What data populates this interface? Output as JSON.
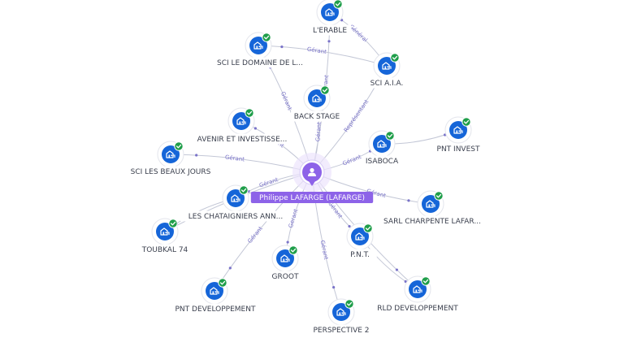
{
  "center": {
    "label": "Philippe LAFARGE (LAFARGE)",
    "icon": "person-icon",
    "color": "#8d63e8"
  },
  "colors": {
    "node_blue": "#1565d8",
    "check_green": "#1f9e4a",
    "edge": "#c3c7d6",
    "edge_label": "#7a73c9"
  },
  "nodes": [
    {
      "id": "erable",
      "label": "L'ERABLE",
      "icon": "company-icon"
    },
    {
      "id": "domaine",
      "label": "SCI LE DOMAINE DE L...",
      "icon": "company-icon"
    },
    {
      "id": "aia",
      "label": "SCI A.I.A.",
      "icon": "company-icon"
    },
    {
      "id": "backstage",
      "label": "BACK STAGE",
      "icon": "company-icon"
    },
    {
      "id": "avenir",
      "label": "AVENIR ET INVESTISSE...",
      "icon": "company-icon"
    },
    {
      "id": "pntinvest",
      "label": "PNT INVEST",
      "icon": "company-icon"
    },
    {
      "id": "isaboca",
      "label": "ISABOCA",
      "icon": "company-icon"
    },
    {
      "id": "beauxjours",
      "label": "SCI LES BEAUX JOURS",
      "icon": "company-icon"
    },
    {
      "id": "sarl",
      "label": "SARL CHARPENTE LAFAR...",
      "icon": "company-icon"
    },
    {
      "id": "chataigniers",
      "label": "LES CHATAIGNIERS ANN...",
      "icon": "company-icon"
    },
    {
      "id": "toubkal",
      "label": "TOUBKAL 74",
      "icon": "company-icon"
    },
    {
      "id": "pnt",
      "label": "P.N.T.",
      "icon": "company-icon"
    },
    {
      "id": "groot",
      "label": "GROOT",
      "icon": "company-icon"
    },
    {
      "id": "pntdev",
      "label": "PNT DEVELOPPEMENT",
      "icon": "company-icon"
    },
    {
      "id": "rld",
      "label": "RLD DEVELOPPEMENT",
      "icon": "company-icon"
    },
    {
      "id": "perspective",
      "label": "PERSPECTIVE 2",
      "icon": "company-icon"
    }
  ],
  "edges": [
    {
      "from": "center",
      "to": "erable",
      "label": "Gérant"
    },
    {
      "from": "center",
      "to": "domaine",
      "label": "Gérant"
    },
    {
      "from": "center",
      "to": "aia",
      "label": "Représentant"
    },
    {
      "from": "center",
      "to": "backstage",
      "label": "Gérant"
    },
    {
      "from": "center",
      "to": "avenir",
      "label": "Gérant"
    },
    {
      "from": "center",
      "to": "isaboca",
      "label": "Gérant"
    },
    {
      "from": "center",
      "to": "beauxjours",
      "label": "Gérant"
    },
    {
      "from": "center",
      "to": "sarl",
      "label": "Gérant"
    },
    {
      "from": "center",
      "to": "chataigniers",
      "label": "Gérant"
    },
    {
      "from": "center",
      "to": "toubkal",
      "label": ""
    },
    {
      "from": "center",
      "to": "pnt",
      "label": "Gérant"
    },
    {
      "from": "center",
      "to": "groot",
      "label": "Gérant"
    },
    {
      "from": "center",
      "to": "pntdev",
      "label": "Gérant"
    },
    {
      "from": "center",
      "to": "rld",
      "label": ""
    },
    {
      "from": "center",
      "to": "perspective",
      "label": "Gérant"
    },
    {
      "from": "aia",
      "to": "domaine",
      "label": "Gérant"
    },
    {
      "from": "aia",
      "to": "erable",
      "label": "Général"
    },
    {
      "from": "isaboca",
      "to": "pntinvest",
      "label": ""
    },
    {
      "from": "chataigniers",
      "to": "toubkal",
      "label": ""
    },
    {
      "from": "pnt",
      "to": "rld",
      "label": ""
    }
  ]
}
